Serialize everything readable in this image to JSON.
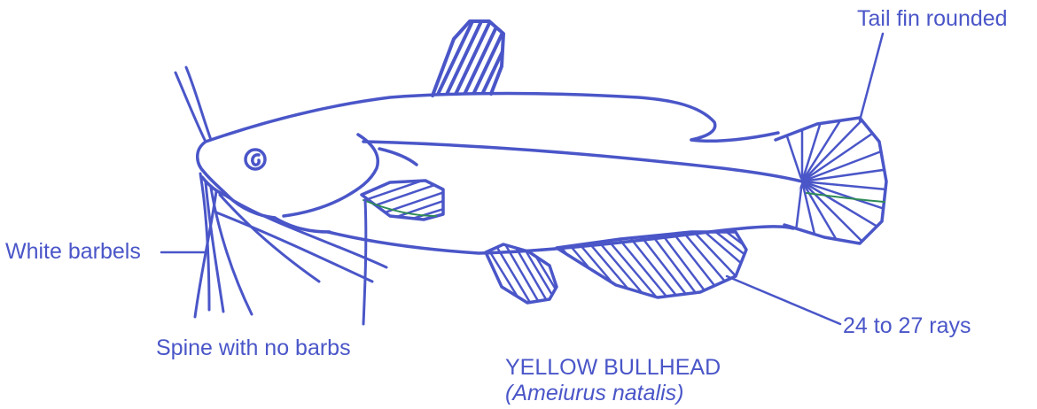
{
  "labels": {
    "tail_fin": "Tail fin rounded",
    "barbels": "White barbels",
    "spine": "Spine with no barbs",
    "anal_rays": "24 to 27 rays"
  },
  "species": {
    "common_name": "YELLOW BULLHEAD",
    "scientific_name": "(Ameiurus natalis)"
  },
  "colors": {
    "ink": "#4a56c8",
    "accent": "#2e8b57",
    "background": "#ffffff"
  }
}
